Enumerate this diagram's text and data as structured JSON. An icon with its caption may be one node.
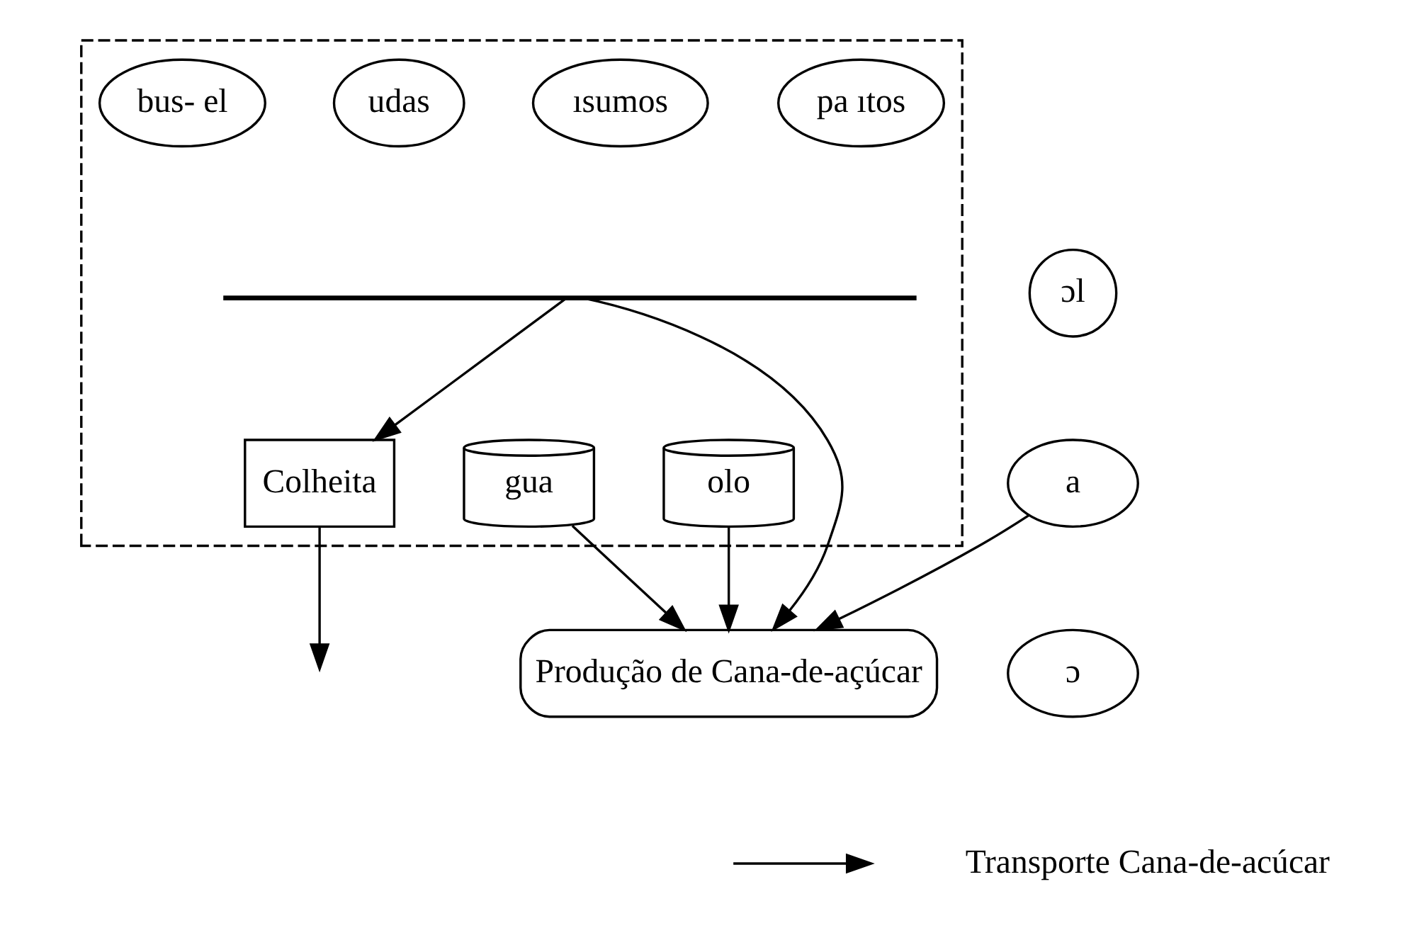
{
  "diagram": {
    "nodes": [
      {
        "text": [],
        "shape": "box"
      },
      {
        "text": [
          "bus- el"
        ],
        "in": 0
      },
      {
        "text": [
          "udas"
        ],
        "in": 0
      },
      {
        "text": [
          "ısumos"
        ],
        "in": 0
      },
      {
        "text": [
          "pa ıtos"
        ],
        "in": 0
      },
      {
        "text": [],
        "shape": "brace",
        "in": 0
      },
      {
        "text": [
          "olo"
        ],
        "in": 0
      },
      {
        "text": [
          "gua"
        ],
        "in": 0
      },
      {
        "text": [
          "Produção de Cana-de-açúcar"
        ]
      },
      {
        "text": [
          "Colheita"
        ],
        "in": 0
      },
      {
        "text": [
          "ɔl"
        ]
      },
      {
        "text": [
          "a"
        ]
      },
      {
        "text": [
          "ɔ"
        ]
      }
    ],
    "edges": [
      {
        "from": 6,
        "to": 8,
        "arrow": "to"
      },
      {
        "from": 7,
        "to": 8,
        "arrow": "to"
      },
      {
        "from": 5,
        "to": 8,
        "arrow": "to"
      },
      {
        "from": 5,
        "to": 9,
        "arrow": "to"
      },
      {
        "from": 11,
        "to": 8,
        "arrow": "to"
      },
      {
        "from": 9,
        "to": null,
        "arrow": "to"
      }
    ],
    "legend": [
      {
        "text": "Transporte Cana-de-acúcar"
      }
    ]
  }
}
